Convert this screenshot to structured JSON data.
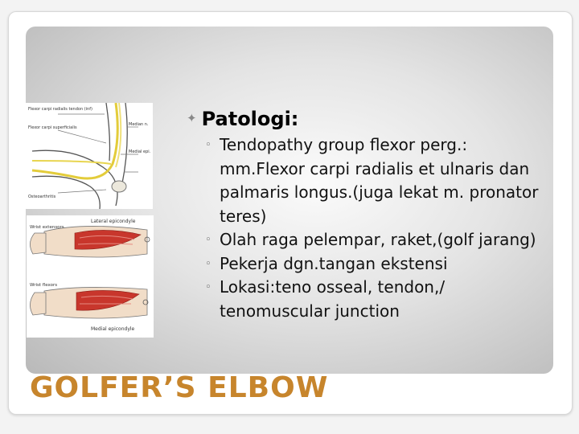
{
  "slide": {
    "heading": "Patologi:",
    "bullets": [
      "Tendopathy group flexor perg.: mm.Flexor carpi radialis et ulnaris dan palmaris longus.(juga lekat m. pronator teres)",
      "Olah raga pelempar, raket,(golf jarang)",
      "Pekerja dgn.tangan ekstensi",
      "Lokasi:teno osseal, tendon,/ tenomuscular junction"
    ],
    "title": "GOLFER’S ELBOW"
  },
  "image_top": {
    "labels": {
      "flexor_radialis": "Flexor carpi radialis tendon (inf)",
      "pronator": "Flexor carpi superficialis",
      "median_nerve": "Median n.",
      "medial_epi": "Medial epi.",
      "osteoarthritis": "Osteoarthritis"
    }
  },
  "image_bottom": {
    "labels": {
      "wrist_extensors": "Wrist extensors",
      "lateral_epicondyle": "Lateral epicondyle",
      "wrist_flexors": "Wrist flexors",
      "medial_epicondyle": "Medial epicondyle"
    }
  },
  "colors": {
    "title": "#c7852c",
    "muscle": "#c8362c",
    "background_panel": "#d6d6d6"
  }
}
